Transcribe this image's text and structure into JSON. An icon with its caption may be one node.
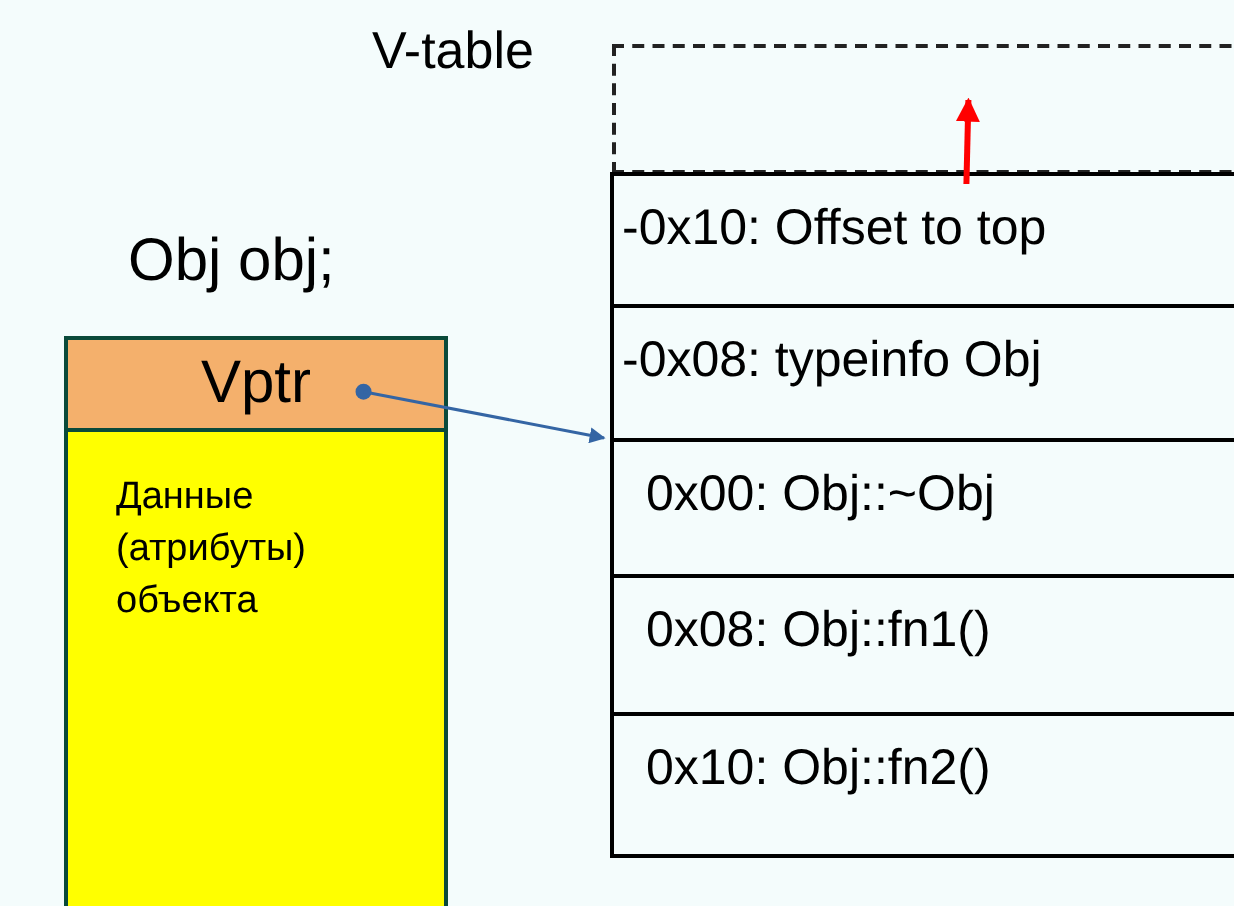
{
  "diagram": {
    "nodes": [
      {
        "text": [
          "Vptr"
        ],
        "beside": [
          "Obj obj;"
        ]
      },
      {
        "text": [
          "Данные (атрибуты) объекта"
        ]
      },
      {
        "text": [],
        "shape": "box",
        "beside": [
          "V-table"
        ]
      },
      {
        "text": [
          "-0x10: Offset to top"
        ]
      },
      {
        "text": [
          "-0x08: typeinfo Obj"
        ]
      },
      {
        "text": [
          "0x00: Obj::~Obj"
        ]
      },
      {
        "text": [
          "0x08: Obj::fn1()"
        ]
      },
      {
        "text": [
          "0x10: Obj::fn2()"
        ]
      }
    ],
    "edges": [
      {
        "from": 0,
        "to": 5,
        "arrow": "to",
        "color": "#3465a4"
      },
      {
        "from": 3,
        "to": 2,
        "arrow": "to",
        "color": "#ff0000",
        "style": "thick"
      }
    ]
  }
}
